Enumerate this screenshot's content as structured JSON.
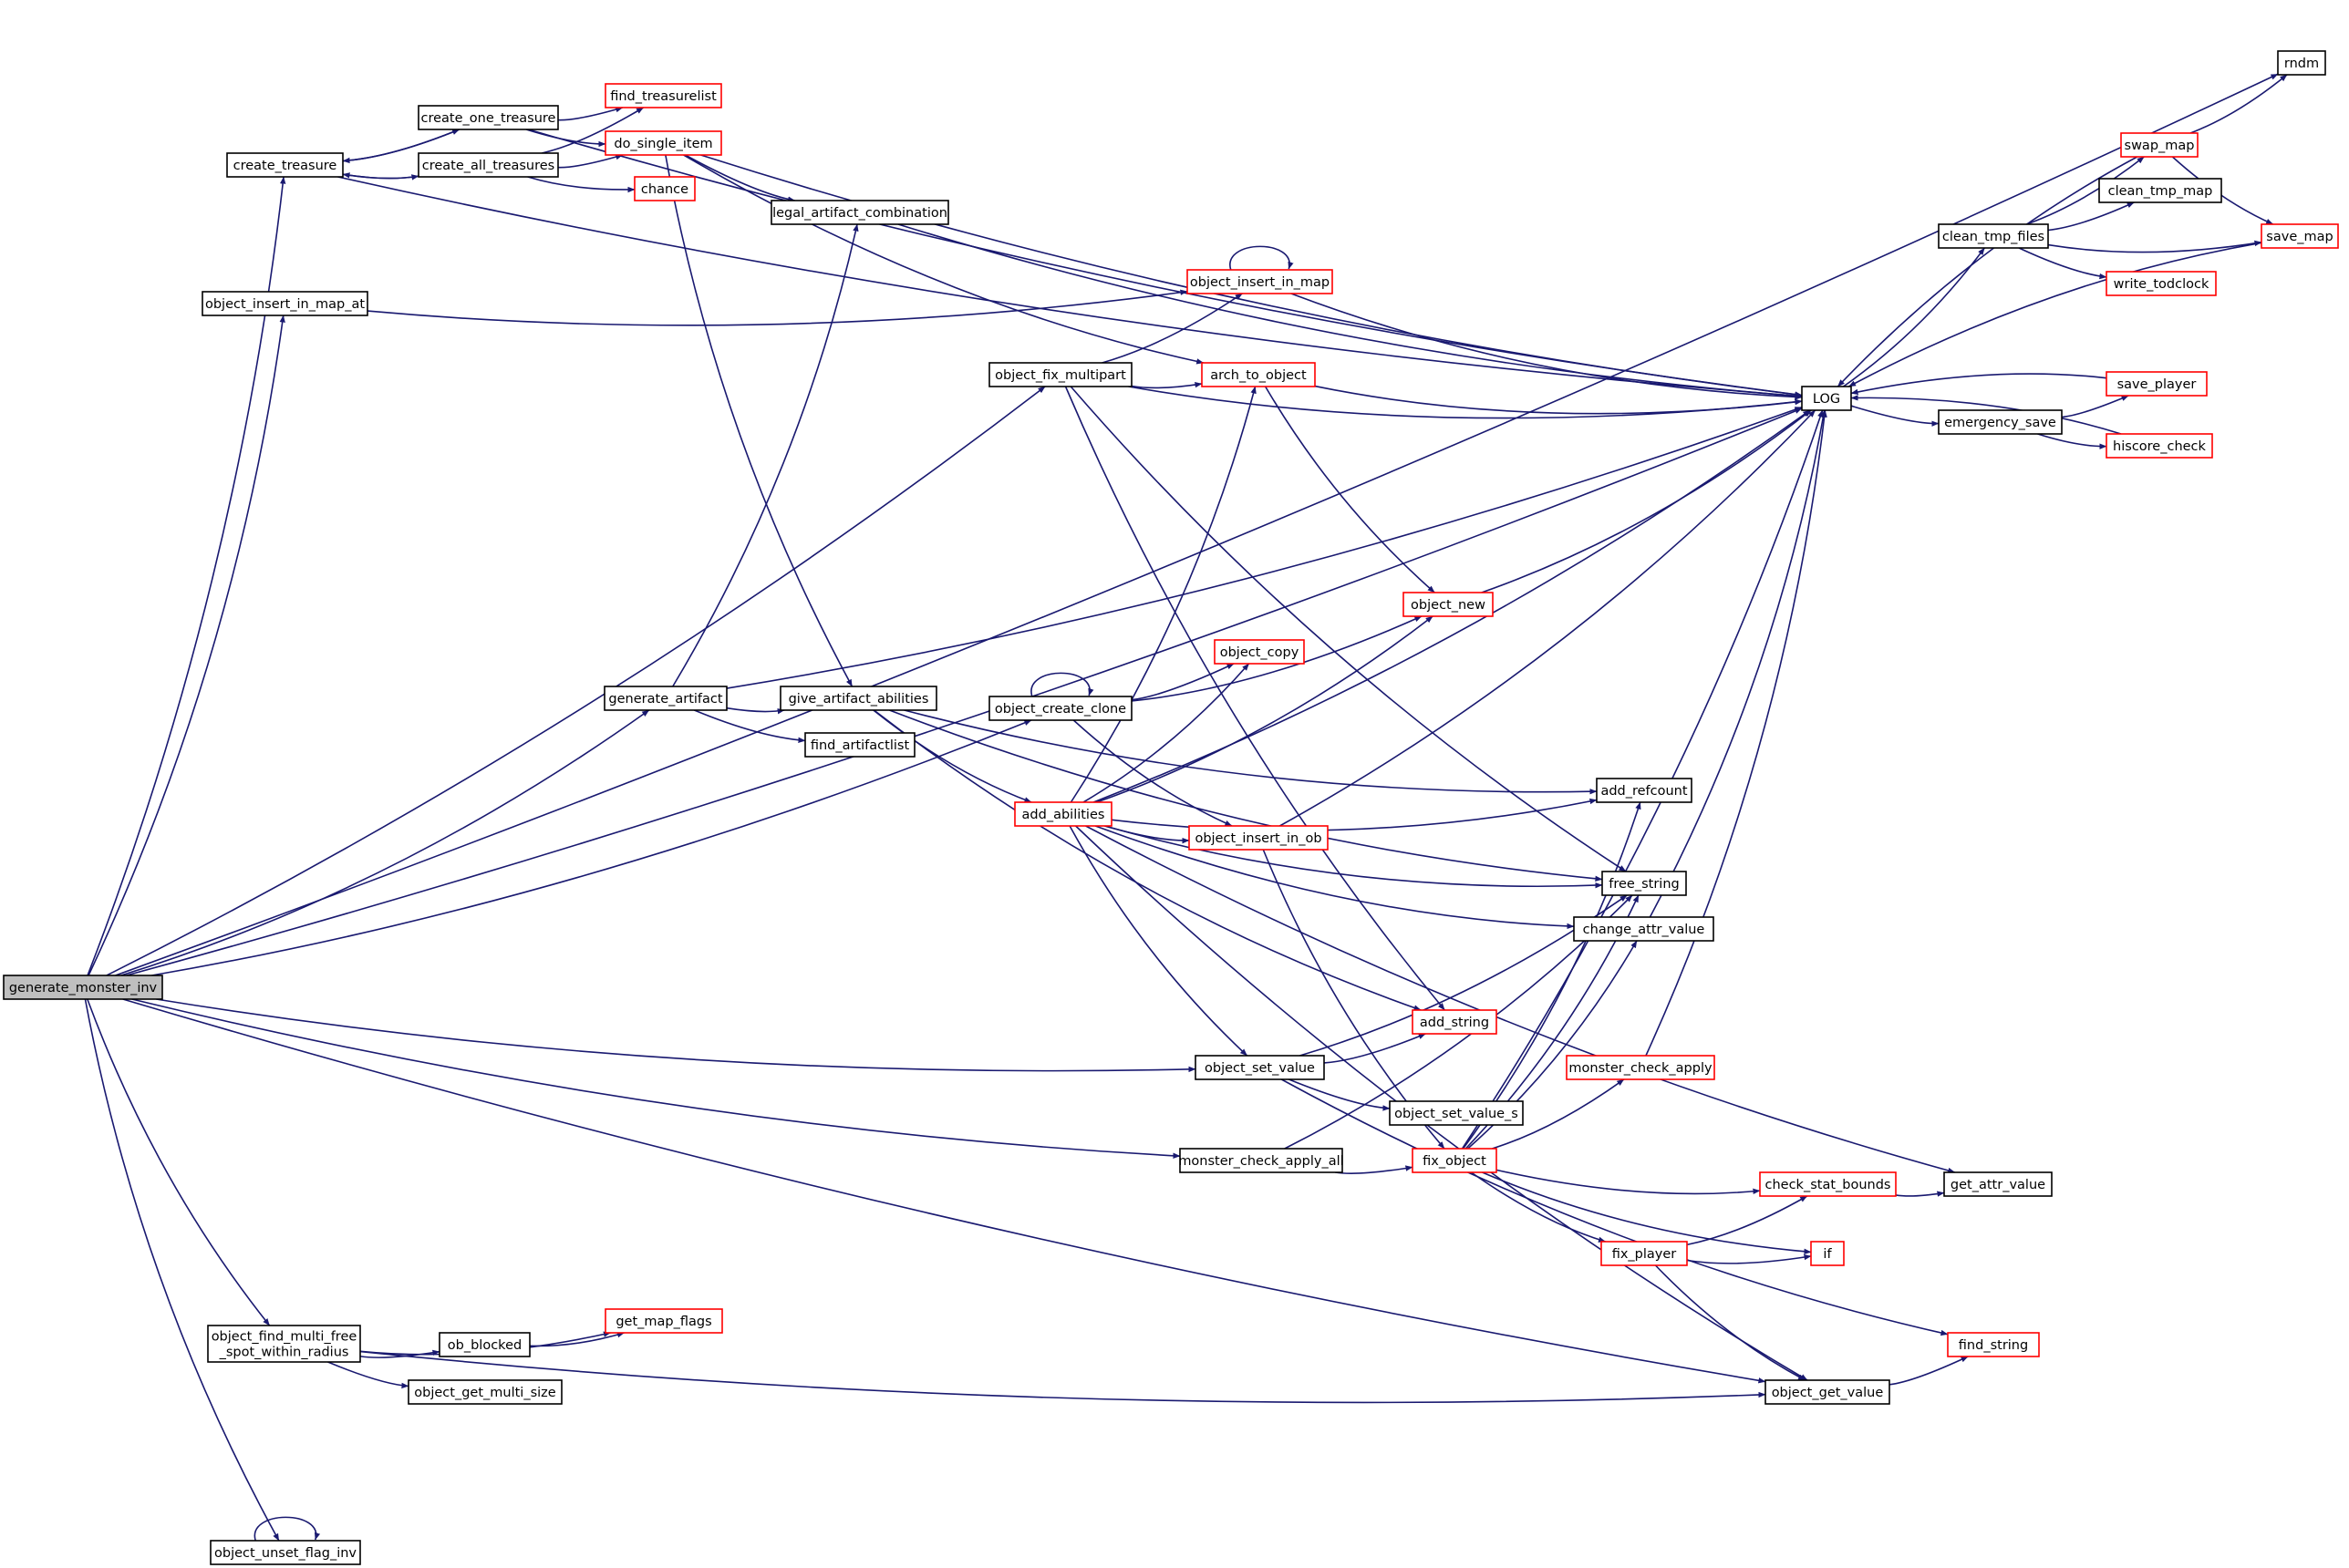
{
  "diagram": {
    "kind": "call graph",
    "colors": {
      "edge": "#191970",
      "node_border": "#000000",
      "node_border_truncated": "#ff0000",
      "root_fill": "#bfbfbf",
      "node_fill": "#ffffff"
    },
    "nodes": [
      {
        "id": "generate_monster_inv",
        "label": "generate_monster_inv",
        "style": "root"
      },
      {
        "id": "create_treasure",
        "label": "create_treasure",
        "style": "normal"
      },
      {
        "id": "create_one_treasure",
        "label": "create_one_treasure",
        "style": "normal"
      },
      {
        "id": "create_all_treasures",
        "label": "create_all_treasures",
        "style": "normal"
      },
      {
        "id": "find_treasurelist",
        "label": "find_treasurelist",
        "style": "truncated"
      },
      {
        "id": "do_single_item",
        "label": "do_single_item",
        "style": "truncated"
      },
      {
        "id": "chance",
        "label": "chance",
        "style": "truncated"
      },
      {
        "id": "legal_artifact_combination",
        "label": "legal_artifact_combination",
        "style": "normal"
      },
      {
        "id": "object_insert_in_map_at",
        "label": "object_insert_in_map_at",
        "style": "normal"
      },
      {
        "id": "object_insert_in_map",
        "label": "object_insert_in_map",
        "style": "truncated"
      },
      {
        "id": "object_fix_multipart",
        "label": "object_fix_multipart",
        "style": "normal"
      },
      {
        "id": "arch_to_object",
        "label": "arch_to_object",
        "style": "truncated"
      },
      {
        "id": "generate_artifact",
        "label": "generate_artifact",
        "style": "normal"
      },
      {
        "id": "give_artifact_abilities",
        "label": "give_artifact_abilities",
        "style": "normal"
      },
      {
        "id": "find_artifactlist",
        "label": "find_artifactlist",
        "style": "normal"
      },
      {
        "id": "object_create_clone",
        "label": "object_create_clone",
        "style": "normal"
      },
      {
        "id": "object_copy",
        "label": "object_copy",
        "style": "truncated"
      },
      {
        "id": "object_new",
        "label": "object_new",
        "style": "truncated"
      },
      {
        "id": "add_abilities",
        "label": "add_abilities",
        "style": "truncated"
      },
      {
        "id": "object_insert_in_ob",
        "label": "object_insert_in_ob",
        "style": "truncated"
      },
      {
        "id": "add_refcount",
        "label": "add_refcount",
        "style": "normal"
      },
      {
        "id": "free_string",
        "label": "free_string",
        "style": "normal"
      },
      {
        "id": "change_attr_value",
        "label": "change_attr_value",
        "style": "normal"
      },
      {
        "id": "add_string",
        "label": "add_string",
        "style": "truncated"
      },
      {
        "id": "monster_check_apply",
        "label": "monster_check_apply",
        "style": "truncated"
      },
      {
        "id": "object_set_value",
        "label": "object_set_value",
        "style": "normal"
      },
      {
        "id": "object_set_value_s",
        "label": "object_set_value_s",
        "style": "normal"
      },
      {
        "id": "monster_check_apply_all",
        "label": "monster_check_apply_all",
        "style": "normal"
      },
      {
        "id": "fix_object",
        "label": "fix_object",
        "style": "truncated"
      },
      {
        "id": "check_stat_bounds",
        "label": "check_stat_bounds",
        "style": "truncated"
      },
      {
        "id": "get_attr_value",
        "label": "get_attr_value",
        "style": "normal"
      },
      {
        "id": "fix_player",
        "label": "fix_player",
        "style": "truncated"
      },
      {
        "id": "if",
        "label": "if",
        "style": "truncated"
      },
      {
        "id": "find_string",
        "label": "find_string",
        "style": "truncated"
      },
      {
        "id": "object_get_value",
        "label": "object_get_value",
        "style": "normal"
      },
      {
        "id": "object_find_multi_free_spot_within_radius",
        "label": "object_find_multi_free\n_spot_within_radius",
        "style": "normal"
      },
      {
        "id": "ob_blocked",
        "label": "ob_blocked",
        "style": "normal"
      },
      {
        "id": "get_map_flags",
        "label": "get_map_flags",
        "style": "truncated"
      },
      {
        "id": "object_get_multi_size",
        "label": "object_get_multi_size",
        "style": "normal"
      },
      {
        "id": "object_unset_flag_inv",
        "label": "object_unset_flag_inv",
        "style": "normal"
      },
      {
        "id": "LOG",
        "label": "LOG",
        "style": "normal"
      },
      {
        "id": "rndm",
        "label": "rndm",
        "style": "normal"
      },
      {
        "id": "swap_map",
        "label": "swap_map",
        "style": "truncated"
      },
      {
        "id": "clean_tmp_map",
        "label": "clean_tmp_map",
        "style": "normal"
      },
      {
        "id": "clean_tmp_files",
        "label": "clean_tmp_files",
        "style": "normal"
      },
      {
        "id": "save_map",
        "label": "save_map",
        "style": "truncated"
      },
      {
        "id": "write_todclock",
        "label": "write_todclock",
        "style": "truncated"
      },
      {
        "id": "emergency_save",
        "label": "emergency_save",
        "style": "normal"
      },
      {
        "id": "save_player",
        "label": "save_player",
        "style": "truncated"
      },
      {
        "id": "hiscore_check",
        "label": "hiscore_check",
        "style": "truncated"
      }
    ],
    "edges": [
      [
        "generate_monster_inv",
        "rndm"
      ],
      [
        "generate_monster_inv",
        "create_treasure"
      ],
      [
        "generate_monster_inv",
        "LOG"
      ],
      [
        "generate_monster_inv",
        "object_insert_in_map_at"
      ],
      [
        "generate_monster_inv",
        "object_fix_multipart"
      ],
      [
        "generate_monster_inv",
        "generate_artifact"
      ],
      [
        "generate_monster_inv",
        "object_create_clone"
      ],
      [
        "generate_monster_inv",
        "object_set_value"
      ],
      [
        "generate_monster_inv",
        "monster_check_apply_all"
      ],
      [
        "generate_monster_inv",
        "object_find_multi_free_spot_within_radius"
      ],
      [
        "generate_monster_inv",
        "object_get_value"
      ],
      [
        "generate_monster_inv",
        "object_unset_flag_inv"
      ],
      [
        "create_treasure",
        "create_one_treasure"
      ],
      [
        "create_treasure",
        "create_all_treasures"
      ],
      [
        "create_treasure",
        "LOG"
      ],
      [
        "create_one_treasure",
        "create_treasure"
      ],
      [
        "create_one_treasure",
        "find_treasurelist"
      ],
      [
        "create_one_treasure",
        "do_single_item"
      ],
      [
        "create_one_treasure",
        "LOG"
      ],
      [
        "create_all_treasures",
        "create_treasure"
      ],
      [
        "create_all_treasures",
        "find_treasurelist"
      ],
      [
        "create_all_treasures",
        "do_single_item"
      ],
      [
        "create_all_treasures",
        "chance"
      ],
      [
        "do_single_item",
        "legal_artifact_combination"
      ],
      [
        "do_single_item",
        "give_artifact_abilities"
      ],
      [
        "do_single_item",
        "arch_to_object"
      ],
      [
        "do_single_item",
        "LOG"
      ],
      [
        "legal_artifact_combination",
        "LOG"
      ],
      [
        "object_insert_in_map_at",
        "object_insert_in_map"
      ],
      [
        "object_insert_in_map",
        "object_insert_in_map"
      ],
      [
        "object_insert_in_map",
        "LOG"
      ],
      [
        "object_fix_multipart",
        "object_insert_in_map"
      ],
      [
        "object_fix_multipart",
        "arch_to_object"
      ],
      [
        "object_fix_multipart",
        "LOG"
      ],
      [
        "object_fix_multipart",
        "add_string"
      ],
      [
        "object_fix_multipart",
        "free_string"
      ],
      [
        "arch_to_object",
        "LOG"
      ],
      [
        "arch_to_object",
        "object_new"
      ],
      [
        "generate_artifact",
        "legal_artifact_combination"
      ],
      [
        "generate_artifact",
        "give_artifact_abilities"
      ],
      [
        "generate_artifact",
        "find_artifactlist"
      ],
      [
        "generate_artifact",
        "LOG"
      ],
      [
        "give_artifact_abilities",
        "add_abilities"
      ],
      [
        "give_artifact_abilities",
        "add_refcount"
      ],
      [
        "give_artifact_abilities",
        "add_string"
      ],
      [
        "give_artifact_abilities",
        "free_string"
      ],
      [
        "object_create_clone",
        "object_create_clone"
      ],
      [
        "object_create_clone",
        "object_new"
      ],
      [
        "object_create_clone",
        "object_copy"
      ],
      [
        "object_create_clone",
        "object_insert_in_ob"
      ],
      [
        "add_abilities",
        "arch_to_object"
      ],
      [
        "add_abilities",
        "object_copy"
      ],
      [
        "add_abilities",
        "object_new"
      ],
      [
        "add_abilities",
        "LOG"
      ],
      [
        "add_abilities",
        "object_insert_in_ob"
      ],
      [
        "add_abilities",
        "add_refcount"
      ],
      [
        "add_abilities",
        "free_string"
      ],
      [
        "add_abilities",
        "change_attr_value"
      ],
      [
        "add_abilities",
        "object_set_value"
      ],
      [
        "add_abilities",
        "get_attr_value"
      ],
      [
        "add_abilities",
        "object_get_value"
      ],
      [
        "object_new",
        "LOG"
      ],
      [
        "object_insert_in_ob",
        "LOG"
      ],
      [
        "object_insert_in_ob",
        "fix_object"
      ],
      [
        "change_attr_value",
        "LOG"
      ],
      [
        "object_set_value",
        "add_string"
      ],
      [
        "object_set_value",
        "object_set_value_s"
      ],
      [
        "object_set_value",
        "free_string"
      ],
      [
        "object_set_value",
        "find_string"
      ],
      [
        "monster_check_apply_all",
        "fix_object"
      ],
      [
        "monster_check_apply_all",
        "free_string"
      ],
      [
        "monster_check_apply",
        "LOG"
      ],
      [
        "fix_object",
        "LOG"
      ],
      [
        "fix_object",
        "add_refcount"
      ],
      [
        "fix_object",
        "free_string"
      ],
      [
        "fix_object",
        "change_attr_value"
      ],
      [
        "fix_object",
        "monster_check_apply"
      ],
      [
        "fix_object",
        "check_stat_bounds"
      ],
      [
        "fix_object",
        "fix_player"
      ],
      [
        "fix_object",
        "if"
      ],
      [
        "check_stat_bounds",
        "get_attr_value"
      ],
      [
        "fix_player",
        "check_stat_bounds"
      ],
      [
        "fix_player",
        "if"
      ],
      [
        "fix_player",
        "object_get_value"
      ],
      [
        "object_get_value",
        "find_string"
      ],
      [
        "object_find_multi_free_spot_within_radius",
        "get_map_flags"
      ],
      [
        "object_find_multi_free_spot_within_radius",
        "ob_blocked"
      ],
      [
        "object_find_multi_free_spot_within_radius",
        "object_get_multi_size"
      ],
      [
        "object_find_multi_free_spot_within_radius",
        "object_get_value"
      ],
      [
        "ob_blocked",
        "get_map_flags"
      ],
      [
        "object_unset_flag_inv",
        "object_unset_flag_inv"
      ],
      [
        "LOG",
        "clean_tmp_files"
      ],
      [
        "LOG",
        "emergency_save"
      ],
      [
        "clean_tmp_files",
        "swap_map"
      ],
      [
        "clean_tmp_files",
        "clean_tmp_map"
      ],
      [
        "clean_tmp_files",
        "save_map"
      ],
      [
        "clean_tmp_files",
        "write_todclock"
      ],
      [
        "swap_map",
        "rndm"
      ],
      [
        "swap_map",
        "save_map"
      ],
      [
        "swap_map",
        "LOG"
      ],
      [
        "save_map",
        "LOG"
      ],
      [
        "emergency_save",
        "save_player"
      ],
      [
        "emergency_save",
        "hiscore_check"
      ],
      [
        "save_player",
        "LOG"
      ],
      [
        "hiscore_check",
        "LOG"
      ]
    ]
  }
}
